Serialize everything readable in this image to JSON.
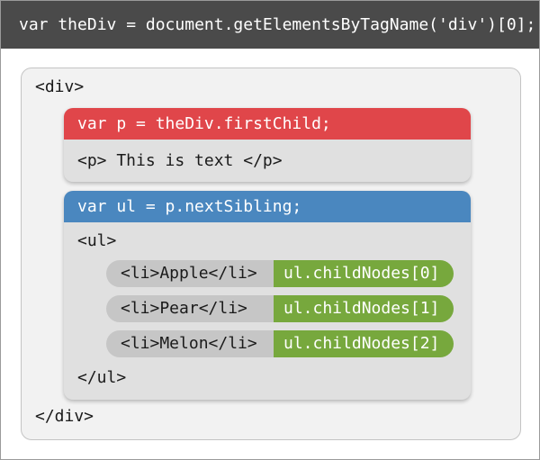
{
  "header": {
    "code": "var theDiv = document.getElementsByTagName('div')[0];"
  },
  "div": {
    "open_tag": "<div>",
    "close_tag": "</div>"
  },
  "p_card": {
    "code": "var p = theDiv.firstChild;",
    "content": "<p> This is text </p>"
  },
  "ul_card": {
    "code": "var ul = p.nextSibling;",
    "open_tag": "<ul>",
    "close_tag": "</ul>",
    "items": [
      {
        "markup": "<li>Apple</li>",
        "ref": "ul.childNodes[0]"
      },
      {
        "markup": "<li>Pear</li>",
        "ref": "ul.childNodes[1]"
      },
      {
        "markup": "<li>Melon</li>",
        "ref": "ul.childNodes[2]"
      }
    ]
  },
  "colors": {
    "header_bg": "#4a4a4a",
    "p_accent": "#e0464a",
    "ul_accent": "#4a87bf",
    "child_accent": "#77a83d"
  }
}
